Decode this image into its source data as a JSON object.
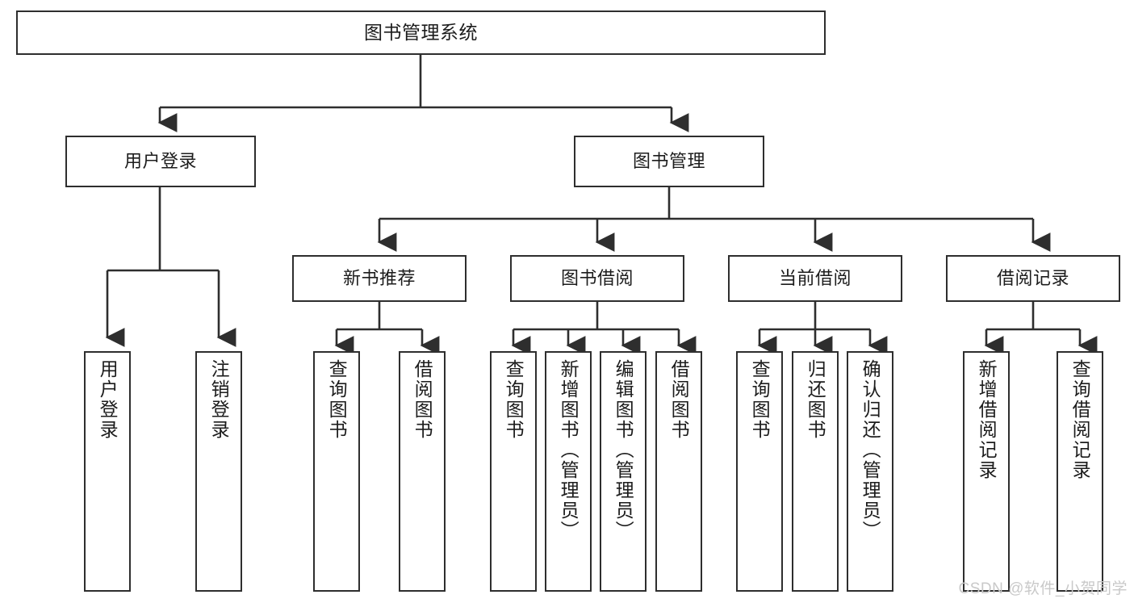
{
  "diagram": {
    "title": "图书管理系统",
    "watermark": "CSDN @软件_小贺同学",
    "colors": {
      "stroke": "#2e2e2e",
      "fill": "#ffffff",
      "text": "#1c1c1c",
      "watermark": "#c9c9c9"
    },
    "nodes": {
      "root": {
        "label": "图书管理系统"
      },
      "level2": [
        {
          "id": "user-login",
          "label": "用户登录"
        },
        {
          "id": "book-manage",
          "label": "图书管理"
        }
      ],
      "level3": [
        {
          "id": "new-book-recommend",
          "label": "新书推荐"
        },
        {
          "id": "book-borrow",
          "label": "图书借阅"
        },
        {
          "id": "current-borrow",
          "label": "当前借阅"
        },
        {
          "id": "borrow-record",
          "label": "借阅记录"
        }
      ],
      "leaves": {
        "user-login": [
          {
            "id": "leaf-user-login",
            "label": "用户登录"
          },
          {
            "id": "leaf-logout-login",
            "label": "注销登录"
          }
        ],
        "new-book-recommend": [
          {
            "id": "leaf-query-book-1",
            "label": "查询图书"
          },
          {
            "id": "leaf-borrow-book-1",
            "label": "借阅图书"
          }
        ],
        "book-borrow": [
          {
            "id": "leaf-query-book-2",
            "label": "查询图书"
          },
          {
            "id": "leaf-add-book",
            "label": "新增图书（管理员）"
          },
          {
            "id": "leaf-edit-book",
            "label": "编辑图书（管理员）"
          },
          {
            "id": "leaf-borrow-book-2",
            "label": "借阅图书"
          }
        ],
        "current-borrow": [
          {
            "id": "leaf-query-book-3",
            "label": "查询图书"
          },
          {
            "id": "leaf-return-book",
            "label": "归还图书"
          },
          {
            "id": "leaf-confirm-return",
            "label": "确认归还（管理员）"
          }
        ],
        "borrow-record": [
          {
            "id": "leaf-add-record",
            "label": "新增借阅记录"
          },
          {
            "id": "leaf-query-record",
            "label": "查询借阅记录"
          }
        ]
      }
    }
  }
}
